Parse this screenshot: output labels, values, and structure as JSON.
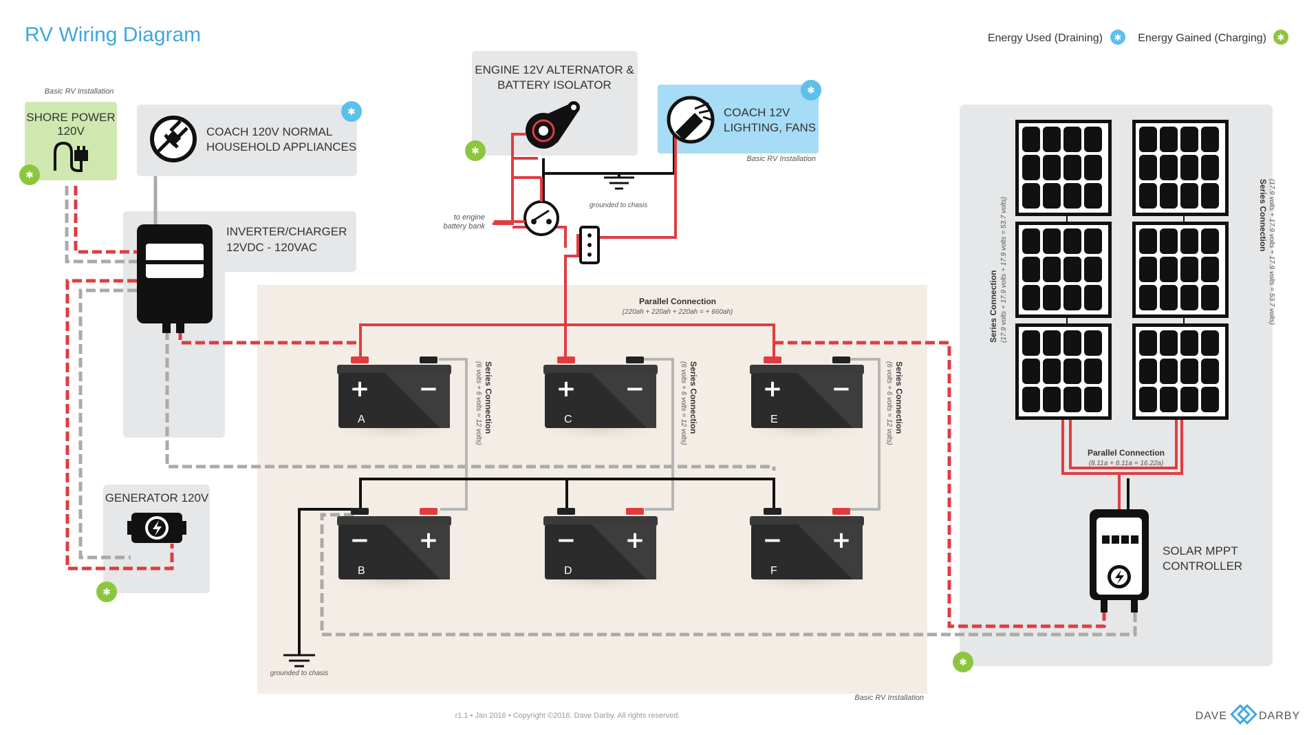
{
  "title": "RV Wiring Diagram",
  "legend": {
    "draining_label": "Energy Used (Draining)",
    "charging_label": "Energy Gained (Charging)",
    "draining_color": "#5bc0eb",
    "charging_color": "#8cc63f",
    "draining_icon": "snowflake-icon",
    "charging_icon": "sun-icon"
  },
  "colors": {
    "positive_wire": "#e03c40",
    "negative_wire": "#111111",
    "ac_wire": "#aaaaaa",
    "panel_bg": "#e6e7e8",
    "battery_area_bg": "#f3ede6",
    "shore_bg": "#cfe8b0",
    "lighting_bg": "#a6dcf5"
  },
  "shore_power": {
    "installation_label": "Basic RV Installation",
    "title_line1": "SHORE POWER",
    "title_line2": "120V"
  },
  "appliances": {
    "title_line1": "COACH 120V NORMAL",
    "title_line2": "HOUSEHOLD APPLIANCES"
  },
  "inverter": {
    "title_line1": "INVERTER/CHARGER",
    "title_line2": "12VDC - 120VAC"
  },
  "generator": {
    "title": "GENERATOR 120V"
  },
  "alternator": {
    "title_line1": "ENGINE 12V ALTERNATOR &",
    "title_line2": "BATTERY ISOLATOR",
    "engine_bank_line1": "to engine",
    "engine_bank_line2": "battery bank",
    "ground_label": "grounded to chasis"
  },
  "lighting": {
    "title_line1": "COACH 12V",
    "title_line2": "LIGHTING, FANS",
    "installation_label": "Basic RV Installation"
  },
  "battery_bank": {
    "parallel_title": "Parallel Connection",
    "parallel_formula": "(220ah + 220ah + 220ah = + 660ah)",
    "series_title": "Series Connection",
    "series_formula": "(6 volts + 6 volts = 12 volts)",
    "ground_label": "grounded to chasis",
    "installation_label": "Basic RV Installation",
    "batteries": [
      "A",
      "C",
      "E",
      "B",
      "D",
      "F"
    ],
    "plus_sign": "+",
    "minus_sign": "−"
  },
  "solar": {
    "series_title": "Series Connection",
    "series_formula": "(17.9 volts + 17.9 volts + 17.9 volts = 53.7 volts)",
    "parallel_title": "Parallel Connection",
    "parallel_formula": "(8.11a + 8.11a = 16.22a)",
    "controller_line1": "SOLAR MPPT",
    "controller_line2": "CONTROLLER"
  },
  "footer": {
    "copyright": "r1.1 • Jan 2016 • Copyright ©2016. Dave Darby.  All rights reserved.",
    "brand_left": "DAVE",
    "brand_right": "DARBY"
  }
}
